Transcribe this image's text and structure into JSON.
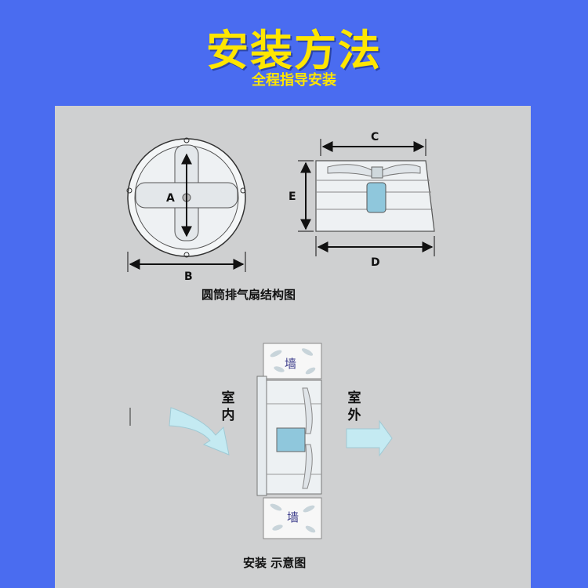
{
  "header": {
    "title": "安装方法",
    "subtitle": "全程指导安装"
  },
  "structure_diagram": {
    "caption": "圆筒排气扇结构图",
    "labels": {
      "a": "A",
      "b": "B",
      "c": "C",
      "d": "D",
      "e": "E"
    }
  },
  "install_diagram": {
    "caption": "安装 示意图",
    "indoor": "室内",
    "outdoor": "室外",
    "wall_top": "墙",
    "wall_bottom": "墙"
  },
  "colors": {
    "background": "#4a6cf0",
    "title": "#ffe600",
    "panel": "#cfd0d1",
    "arrow": "#bfe8f0"
  }
}
